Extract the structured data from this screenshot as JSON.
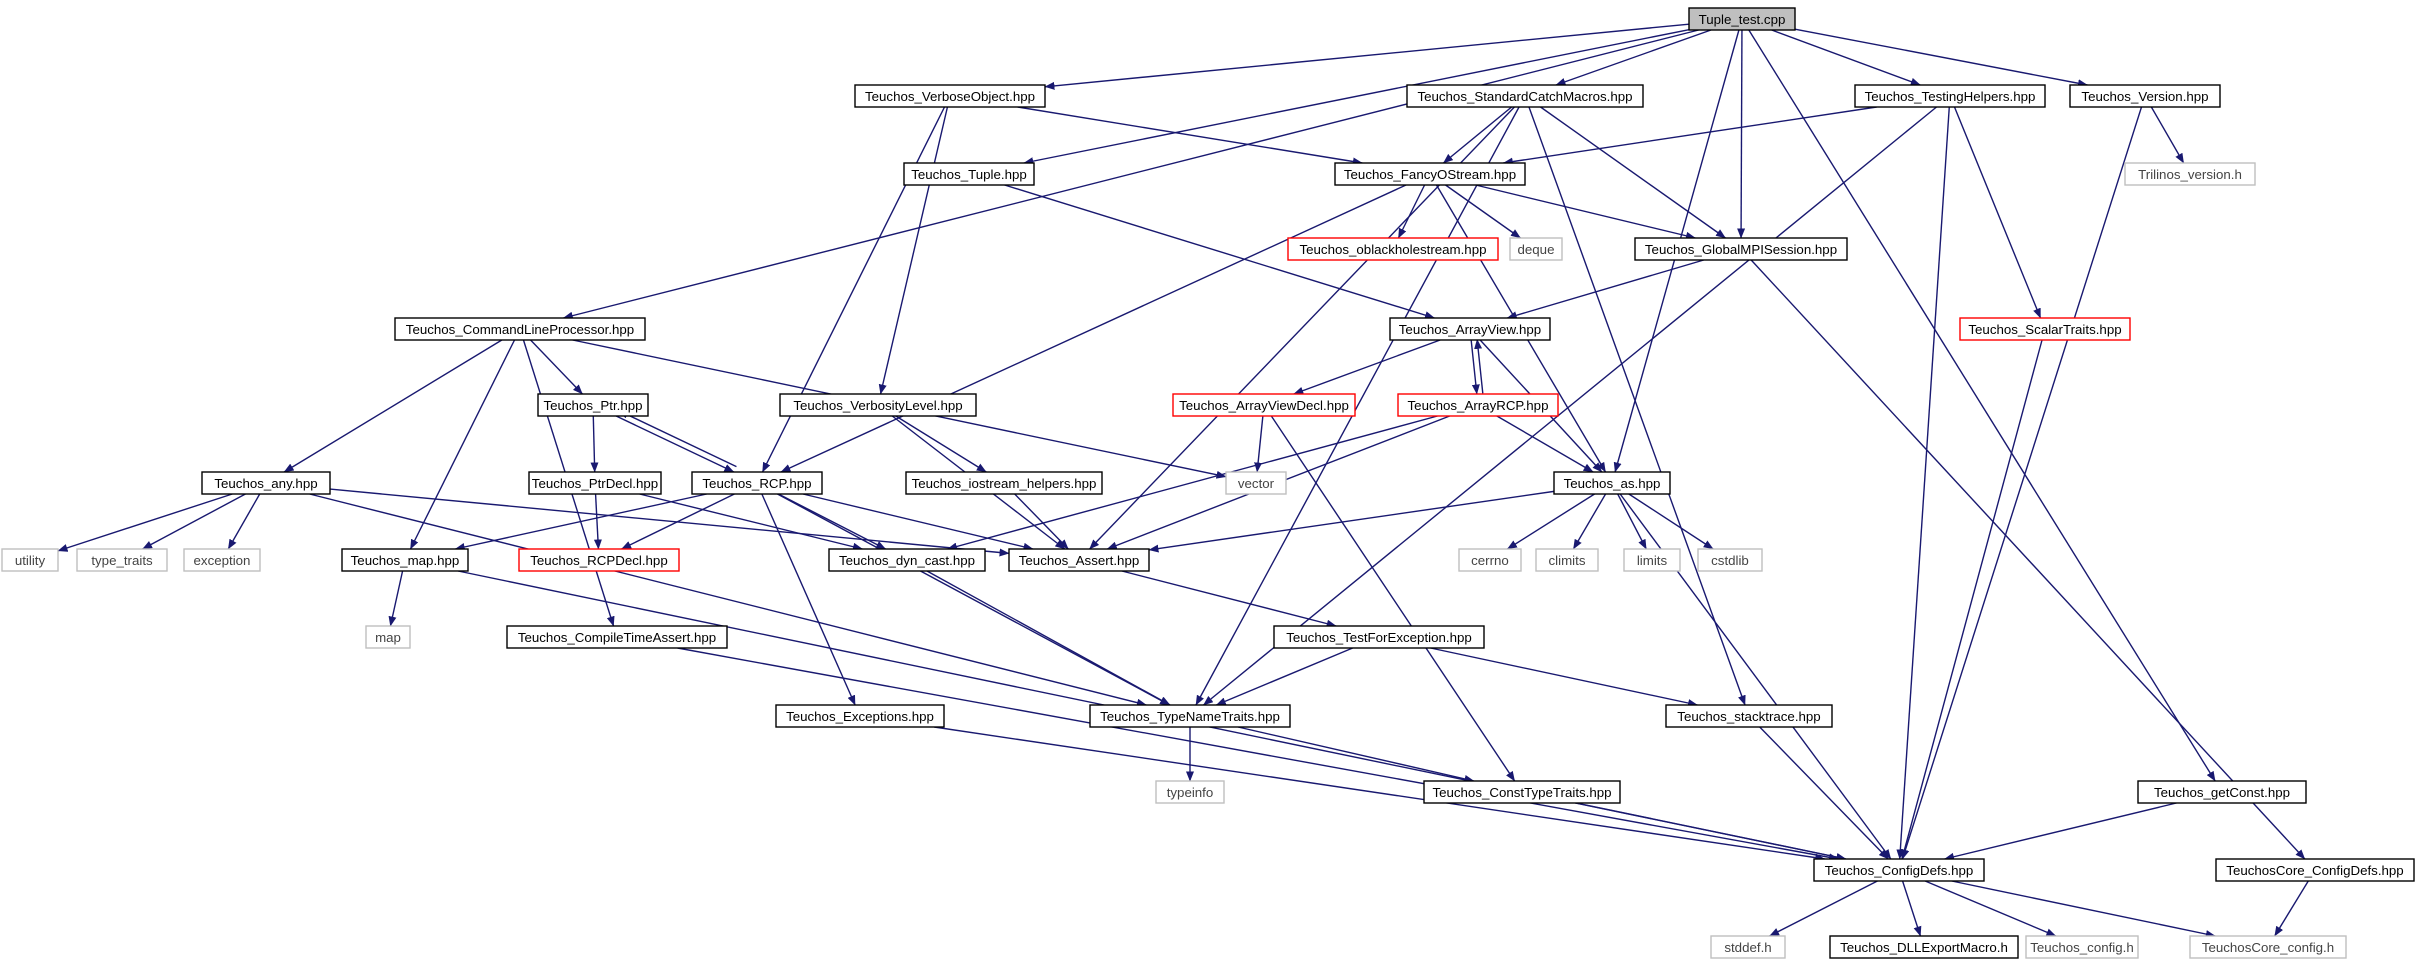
{
  "nodes": [
    {
      "id": "tuple_test",
      "label": "Tuple_test.cpp",
      "kind": "root"
    },
    {
      "id": "verbose_object",
      "label": "Teuchos_VerboseObject.hpp",
      "kind": "normal"
    },
    {
      "id": "standard_catch",
      "label": "Teuchos_StandardCatchMacros.hpp",
      "kind": "normal"
    },
    {
      "id": "testing_helpers",
      "label": "Teuchos_TestingHelpers.hpp",
      "kind": "normal"
    },
    {
      "id": "version",
      "label": "Teuchos_Version.hpp",
      "kind": "normal"
    },
    {
      "id": "tuple",
      "label": "Teuchos_Tuple.hpp",
      "kind": "normal"
    },
    {
      "id": "fancy_ostream",
      "label": "Teuchos_FancyOStream.hpp",
      "kind": "normal"
    },
    {
      "id": "trilinos_version",
      "label": "Trilinos_version.h",
      "kind": "ext"
    },
    {
      "id": "oblackholestream",
      "label": "Teuchos_oblackholestream.hpp",
      "kind": "red"
    },
    {
      "id": "deque",
      "label": "deque",
      "kind": "ext"
    },
    {
      "id": "global_mpi",
      "label": "Teuchos_GlobalMPISession.hpp",
      "kind": "normal"
    },
    {
      "id": "cmdline",
      "label": "Teuchos_CommandLineProcessor.hpp",
      "kind": "normal"
    },
    {
      "id": "arrayview",
      "label": "Teuchos_ArrayView.hpp",
      "kind": "normal"
    },
    {
      "id": "scalar_traits",
      "label": "Teuchos_ScalarTraits.hpp",
      "kind": "red"
    },
    {
      "id": "ptr",
      "label": "Teuchos_Ptr.hpp",
      "kind": "normal"
    },
    {
      "id": "verbosity",
      "label": "Teuchos_VerbosityLevel.hpp",
      "kind": "normal"
    },
    {
      "id": "arrayviewdecl",
      "label": "Teuchos_ArrayViewDecl.hpp",
      "kind": "red"
    },
    {
      "id": "arrayrcp",
      "label": "Teuchos_ArrayRCP.hpp",
      "kind": "red"
    },
    {
      "id": "any",
      "label": "Teuchos_any.hpp",
      "kind": "normal"
    },
    {
      "id": "ptrdecl",
      "label": "Teuchos_PtrDecl.hpp",
      "kind": "normal"
    },
    {
      "id": "rcp",
      "label": "Teuchos_RCP.hpp",
      "kind": "normal"
    },
    {
      "id": "iostream_helpers",
      "label": "Teuchos_iostream_helpers.hpp",
      "kind": "normal"
    },
    {
      "id": "vector",
      "label": "vector",
      "kind": "ext"
    },
    {
      "id": "as",
      "label": "Teuchos_as.hpp",
      "kind": "normal"
    },
    {
      "id": "utility",
      "label": "utility",
      "kind": "ext"
    },
    {
      "id": "type_traits",
      "label": "type_traits",
      "kind": "ext"
    },
    {
      "id": "exception",
      "label": "exception",
      "kind": "ext"
    },
    {
      "id": "map_hpp",
      "label": "Teuchos_map.hpp",
      "kind": "normal"
    },
    {
      "id": "rcpdecl",
      "label": "Teuchos_RCPDecl.hpp",
      "kind": "red"
    },
    {
      "id": "dyn_cast",
      "label": "Teuchos_dyn_cast.hpp",
      "kind": "normal"
    },
    {
      "id": "assert",
      "label": "Teuchos_Assert.hpp",
      "kind": "normal"
    },
    {
      "id": "cerrno",
      "label": "cerrno",
      "kind": "ext"
    },
    {
      "id": "climits",
      "label": "climits",
      "kind": "ext"
    },
    {
      "id": "limits",
      "label": "limits",
      "kind": "ext"
    },
    {
      "id": "cstdlib",
      "label": "cstdlib",
      "kind": "ext"
    },
    {
      "id": "map",
      "label": "map",
      "kind": "ext"
    },
    {
      "id": "compile_time_assert",
      "label": "Teuchos_CompileTimeAssert.hpp",
      "kind": "normal"
    },
    {
      "id": "test_for_exception",
      "label": "Teuchos_TestForException.hpp",
      "kind": "normal"
    },
    {
      "id": "exceptions",
      "label": "Teuchos_Exceptions.hpp",
      "kind": "normal"
    },
    {
      "id": "typename_traits",
      "label": "Teuchos_TypeNameTraits.hpp",
      "kind": "normal"
    },
    {
      "id": "stacktrace",
      "label": "Teuchos_stacktrace.hpp",
      "kind": "normal"
    },
    {
      "id": "typeinfo",
      "label": "typeinfo",
      "kind": "ext"
    },
    {
      "id": "const_type_traits",
      "label": "Teuchos_ConstTypeTraits.hpp",
      "kind": "normal"
    },
    {
      "id": "get_const",
      "label": "Teuchos_getConst.hpp",
      "kind": "normal"
    },
    {
      "id": "config_defs",
      "label": "Teuchos_ConfigDefs.hpp",
      "kind": "normal"
    },
    {
      "id": "core_config_defs",
      "label": "TeuchosCore_ConfigDefs.hpp",
      "kind": "normal"
    },
    {
      "id": "stddef",
      "label": "stddef.h",
      "kind": "ext"
    },
    {
      "id": "dll_export",
      "label": "Teuchos_DLLExportMacro.h",
      "kind": "normal"
    },
    {
      "id": "teuchos_config",
      "label": "Teuchos_config.h",
      "kind": "ext"
    },
    {
      "id": "core_config",
      "label": "TeuchosCore_config.h",
      "kind": "ext"
    }
  ],
  "edges": [
    [
      "tuple_test",
      "verbose_object"
    ],
    [
      "tuple_test",
      "standard_catch"
    ],
    [
      "tuple_test",
      "testing_helpers"
    ],
    [
      "tuple_test",
      "version"
    ],
    [
      "tuple_test",
      "tuple"
    ],
    [
      "tuple_test",
      "global_mpi"
    ],
    [
      "tuple_test",
      "cmdline"
    ],
    [
      "tuple_test",
      "as"
    ],
    [
      "tuple_test",
      "get_const"
    ],
    [
      "verbose_object",
      "fancy_ostream"
    ],
    [
      "verbose_object",
      "rcp"
    ],
    [
      "verbose_object",
      "verbosity"
    ],
    [
      "standard_catch",
      "fancy_ostream"
    ],
    [
      "standard_catch",
      "global_mpi"
    ],
    [
      "standard_catch",
      "assert"
    ],
    [
      "standard_catch",
      "typename_traits"
    ],
    [
      "standard_catch",
      "stacktrace"
    ],
    [
      "testing_helpers",
      "fancy_ostream"
    ],
    [
      "testing_helpers",
      "scalar_traits"
    ],
    [
      "testing_helpers",
      "typename_traits"
    ],
    [
      "testing_helpers",
      "config_defs"
    ],
    [
      "version",
      "trilinos_version"
    ],
    [
      "version",
      "config_defs"
    ],
    [
      "tuple",
      "arrayview"
    ],
    [
      "fancy_ostream",
      "oblackholestream"
    ],
    [
      "fancy_ostream",
      "deque"
    ],
    [
      "fancy_ostream",
      "global_mpi"
    ],
    [
      "fancy_ostream",
      "rcp"
    ],
    [
      "fancy_ostream",
      "as"
    ],
    [
      "global_mpi",
      "arrayview"
    ],
    [
      "global_mpi",
      "core_config_defs"
    ],
    [
      "cmdline",
      "ptr"
    ],
    [
      "cmdline",
      "any"
    ],
    [
      "cmdline",
      "map_hpp"
    ],
    [
      "cmdline",
      "compile_time_assert"
    ],
    [
      "cmdline",
      "vector"
    ],
    [
      "arrayview",
      "arrayviewdecl"
    ],
    [
      "arrayview",
      "arrayrcp"
    ],
    [
      "arrayview",
      "as"
    ],
    [
      "arrayrcp",
      "arrayview"
    ],
    [
      "arrayrcp",
      "as"
    ],
    [
      "arrayrcp",
      "dyn_cast"
    ],
    [
      "arrayrcp",
      "assert"
    ],
    [
      "scalar_traits",
      "config_defs"
    ],
    [
      "ptr",
      "ptrdecl"
    ],
    [
      "ptr",
      "rcp"
    ],
    [
      "rcp",
      "ptr"
    ],
    [
      "rcp",
      "rcpdecl"
    ],
    [
      "rcp",
      "dyn_cast"
    ],
    [
      "rcp",
      "assert"
    ],
    [
      "rcp",
      "map_hpp"
    ],
    [
      "rcp",
      "exceptions"
    ],
    [
      "rcp",
      "typename_traits"
    ],
    [
      "verbosity",
      "iostream_helpers"
    ],
    [
      "verbosity",
      "assert"
    ],
    [
      "arrayviewdecl",
      "vector"
    ],
    [
      "arrayviewdecl",
      "const_type_traits"
    ],
    [
      "ptrdecl",
      "rcpdecl"
    ],
    [
      "ptrdecl",
      "dyn_cast"
    ],
    [
      "iostream_helpers",
      "assert"
    ],
    [
      "any",
      "utility"
    ],
    [
      "any",
      "type_traits"
    ],
    [
      "any",
      "exception"
    ],
    [
      "any",
      "assert"
    ],
    [
      "any",
      "typename_traits"
    ],
    [
      "as",
      "cerrno"
    ],
    [
      "as",
      "climits"
    ],
    [
      "as",
      "limits"
    ],
    [
      "as",
      "cstdlib"
    ],
    [
      "as",
      "assert"
    ],
    [
      "as",
      "config_defs"
    ],
    [
      "map_hpp",
      "map"
    ],
    [
      "map_hpp",
      "config_defs"
    ],
    [
      "dyn_cast",
      "typename_traits"
    ],
    [
      "assert",
      "test_for_exception"
    ],
    [
      "compile_time_assert",
      "config_defs"
    ],
    [
      "test_for_exception",
      "typename_traits"
    ],
    [
      "test_for_exception",
      "stacktrace"
    ],
    [
      "exceptions",
      "config_defs"
    ],
    [
      "typename_traits",
      "typeinfo"
    ],
    [
      "typename_traits",
      "const_type_traits"
    ],
    [
      "stacktrace",
      "config_defs"
    ],
    [
      "const_type_traits",
      "config_defs"
    ],
    [
      "get_const",
      "config_defs"
    ],
    [
      "core_config_defs",
      "core_config"
    ],
    [
      "config_defs",
      "stddef"
    ],
    [
      "config_defs",
      "dll_export"
    ],
    [
      "config_defs",
      "teuchos_config"
    ],
    [
      "config_defs",
      "core_config"
    ]
  ]
}
